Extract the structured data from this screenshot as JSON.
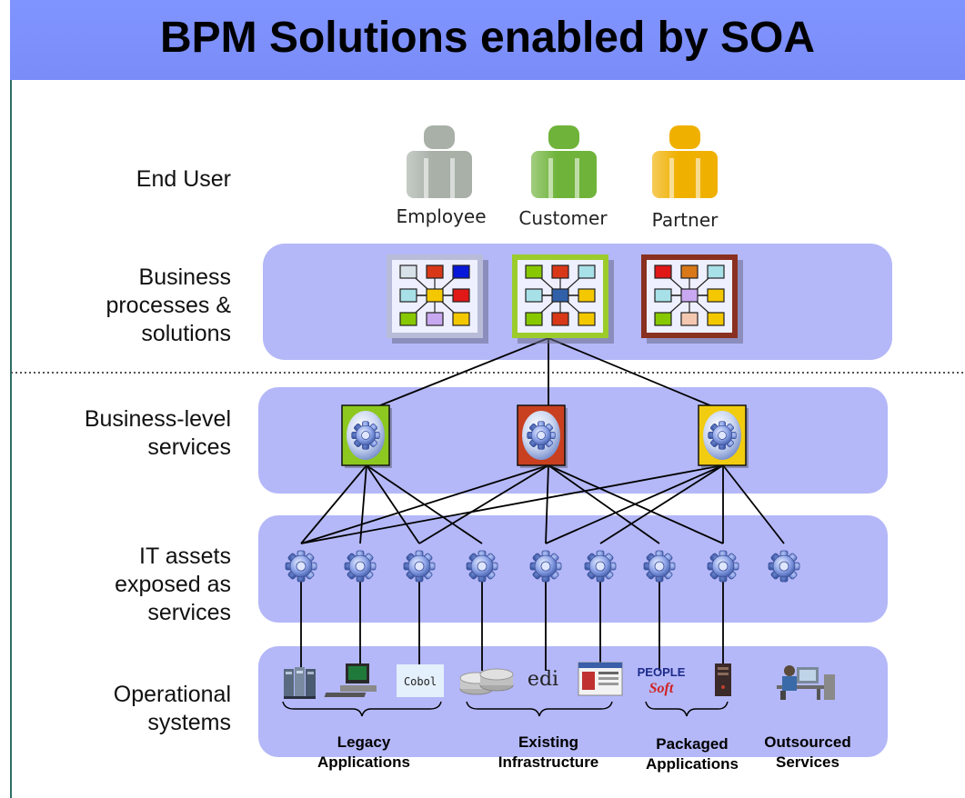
{
  "title": "BPM Solutions enabled by SOA",
  "layers": {
    "end_user": "End User",
    "business_processes": [
      "Business",
      "processes &",
      "solutions"
    ],
    "business_services": [
      "Business-level",
      "services"
    ],
    "it_assets": [
      "IT assets",
      "exposed as",
      "services"
    ],
    "operational": [
      "Operational",
      "systems"
    ]
  },
  "end_users": [
    "Employee",
    "Customer",
    "Partner"
  ],
  "person_colors": [
    "#a8b0a8",
    "#6fb33a",
    "#f0b000"
  ],
  "process_frame_colors": [
    "#b8bcd8",
    "#9ccc2c",
    "#8a3020"
  ],
  "service_colors": [
    "#8cc820",
    "#c84020",
    "#f2cc10"
  ],
  "systems": {
    "cobol": "Cobol",
    "edi": "edi",
    "peoplesoft": "PEOPLE Soft"
  },
  "system_groups": [
    [
      "Legacy",
      "Applications"
    ],
    [
      "Existing",
      "Infrastructure"
    ],
    [
      "Packaged",
      "Applications"
    ],
    [
      "Outsourced",
      "Services"
    ]
  ],
  "icons": [
    "person-icon",
    "process-map-icon",
    "service-gear-icon",
    "gear-icon",
    "mainframe-icon",
    "desktop-pc-icon",
    "database-icon",
    "browser-window-icon",
    "server-tower-icon",
    "outsourced-worker-icon"
  ]
}
